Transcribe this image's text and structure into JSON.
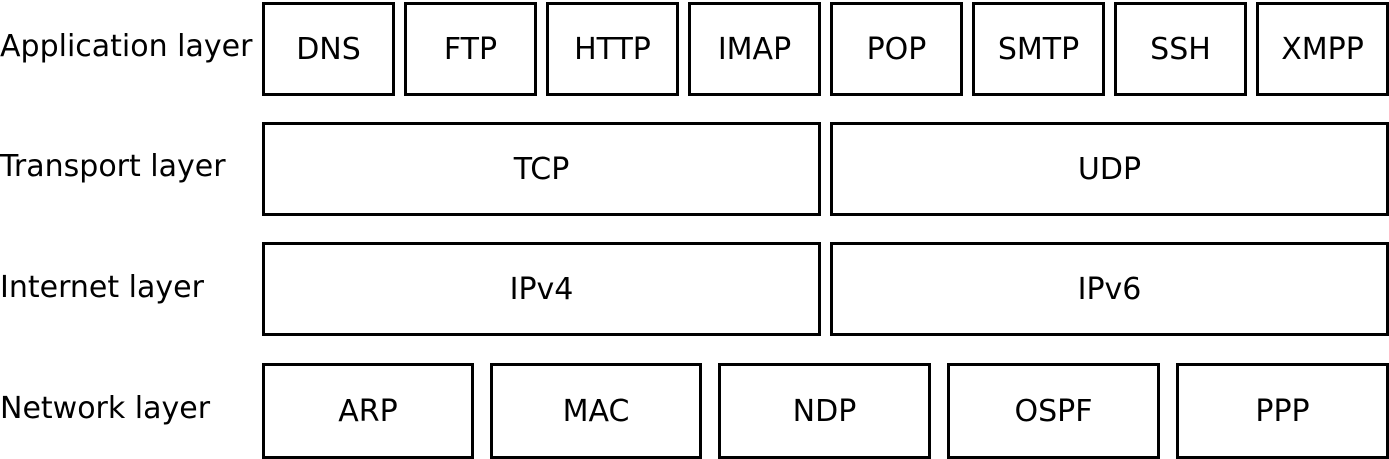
{
  "layers": {
    "application": {
      "label": "Application layer",
      "protocols": [
        "DNS",
        "FTP",
        "HTTP",
        "IMAP",
        "POP",
        "SMTP",
        "SSH",
        "XMPP"
      ]
    },
    "transport": {
      "label": "Transport layer",
      "protocols": [
        "TCP",
        "UDP"
      ]
    },
    "internet": {
      "label": "Internet layer",
      "protocols": [
        "IPv4",
        "IPv6"
      ]
    },
    "network": {
      "label": "Network layer",
      "protocols": [
        "ARP",
        "MAC",
        "NDP",
        "OSPF",
        "PPP"
      ]
    }
  }
}
